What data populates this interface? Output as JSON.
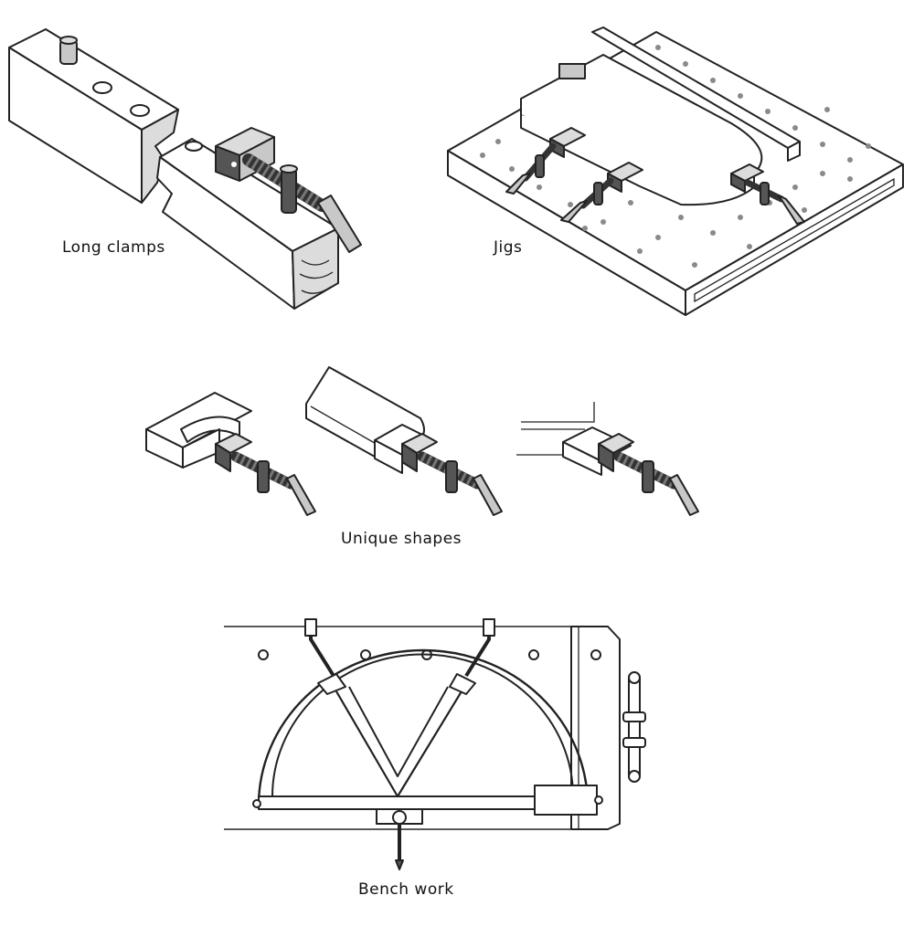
{
  "captions": {
    "long_clamps": "Long clamps",
    "jigs": "Jigs",
    "unique_shapes": "Unique shapes",
    "bench_work": "Bench work"
  },
  "colors": {
    "line": "#222222",
    "fill_light": "#dcdcdc",
    "fill_dark": "#555555",
    "background": "#ffffff"
  }
}
